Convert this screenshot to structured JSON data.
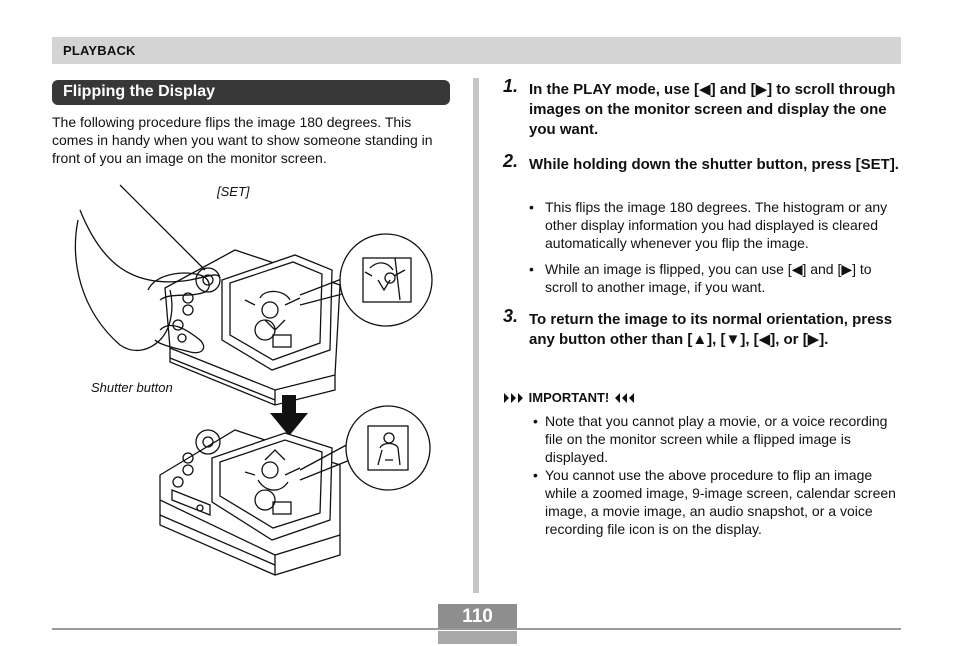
{
  "header": {
    "label": "PLAYBACK"
  },
  "section": {
    "title": "Flipping the Display"
  },
  "intro": "The following procedure flips the image 180 degrees. This comes in handy when you want to show someone standing in front of you an image on the monitor screen.",
  "illustration": {
    "set_label": "[SET]",
    "shutter_label": "Shutter button"
  },
  "steps": [
    {
      "num": "1.",
      "text": "In the PLAY mode, use [◀] and [▶] to scroll through images on the monitor screen and display the one you want."
    },
    {
      "num": "2.",
      "text": "While holding down the shutter button, press [SET].",
      "bullets": [
        "This flips the image 180 degrees. The histogram or any other display information you had displayed is cleared automatically whenever you flip the image.",
        "While an image is flipped, you can use [◀] and [▶] to scroll to another image, if you want."
      ]
    },
    {
      "num": "3.",
      "text": "To return the image to its normal orientation, press any button other than [▲], [▼], [◀], or [▶]."
    }
  ],
  "important": {
    "label": "IMPORTANT!",
    "notes": [
      "Note that you cannot play a movie, or a voice recording file on the monitor screen while a flipped image is displayed.",
      "You cannot use the above procedure to flip an image while a zoomed image, 9-image screen, calendar screen image, a movie image, an audio snapshot, or a voice recording file icon is on the display."
    ]
  },
  "page_number": "110",
  "bullet_char": "•"
}
